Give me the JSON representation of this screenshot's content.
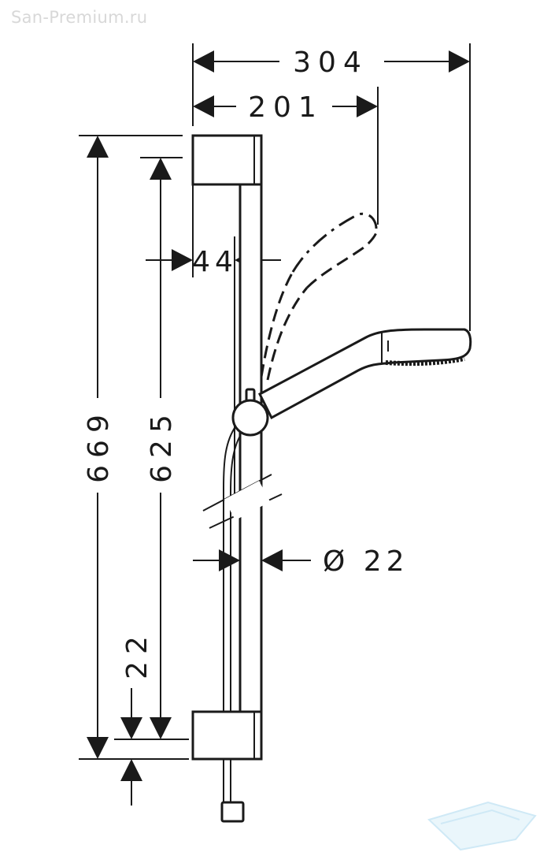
{
  "watermark": "San-Premium.ru",
  "dimensions": {
    "overall_width": "304",
    "handshower_reach": "201",
    "rail_offset": "44",
    "overall_height": "669",
    "rail_length": "625",
    "rail_diameter": "Ø 22",
    "bracket_height": "22"
  },
  "colors": {
    "line": "#1a1a1a",
    "watermark": "#d8d8d8",
    "logo": "#cfe9f6"
  }
}
